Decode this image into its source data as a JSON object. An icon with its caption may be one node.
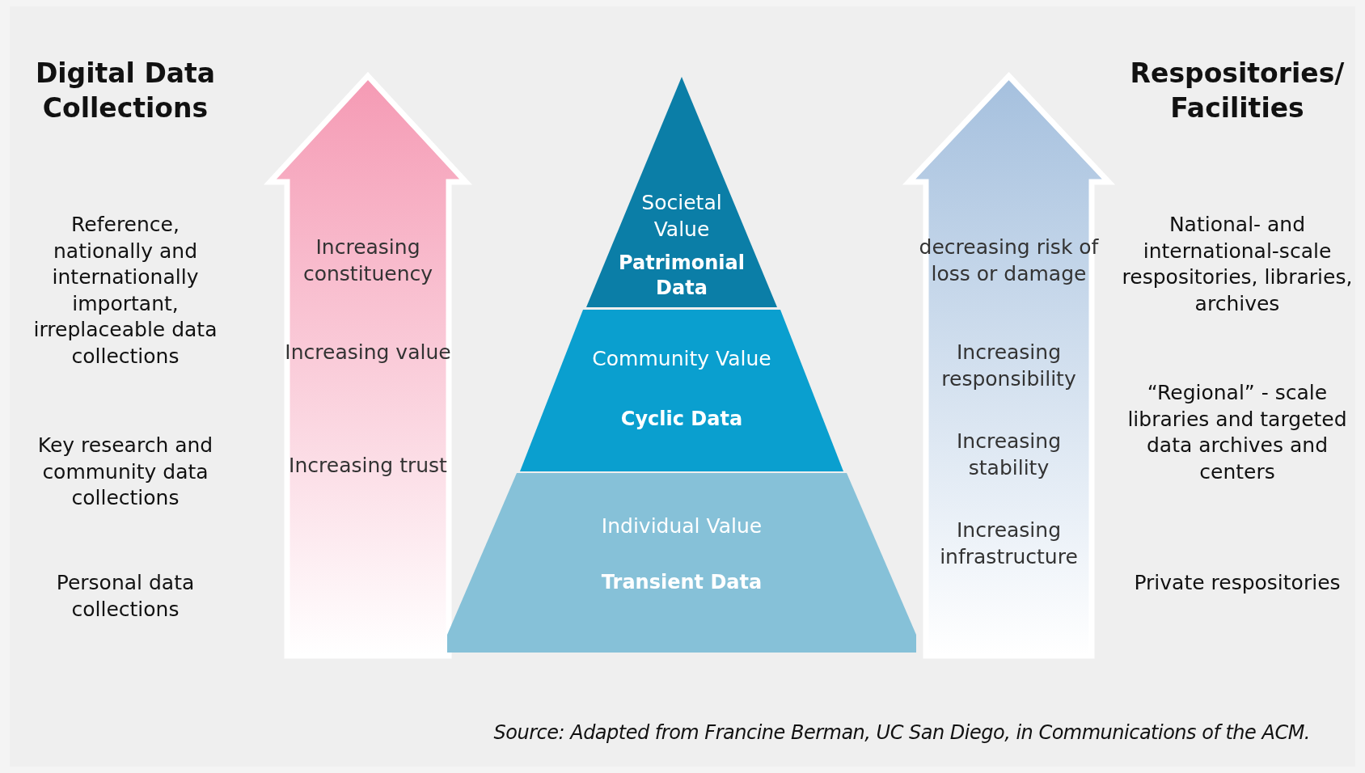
{
  "diagram": {
    "caption": "Source: Adapted from Francine Berman, UC San Diego, in Communications of the ACM.",
    "nodes": [
      {
        "text": [
          "Increasing constituency",
          "Increasing value",
          "Increasing trust"
        ]
      },
      {
        "text": [
          "Societal Value",
          "Patrimonial Data"
        ]
      },
      {
        "text": [
          "Community Value",
          "Cyclic Data"
        ]
      },
      {
        "text": [
          "Individual Value",
          "Transient Data"
        ]
      },
      {
        "text": [
          "decreasing risk of loss or damage",
          "Increasing responsibility",
          "Increasing stability",
          "Increasing infrastructure"
        ]
      }
    ],
    "edges": [],
    "labels": [
      "Digital Data Collections",
      "Respositories/ Facilities",
      "Reference, nationally and internationally important, irreplaceable data collections",
      "National- and international-scale respositories, libraries, archives",
      "Key research and community data collections",
      "“Regional” - scale libraries and targeted data archives and centers",
      "Personal data collections",
      "Private respositories"
    ]
  }
}
